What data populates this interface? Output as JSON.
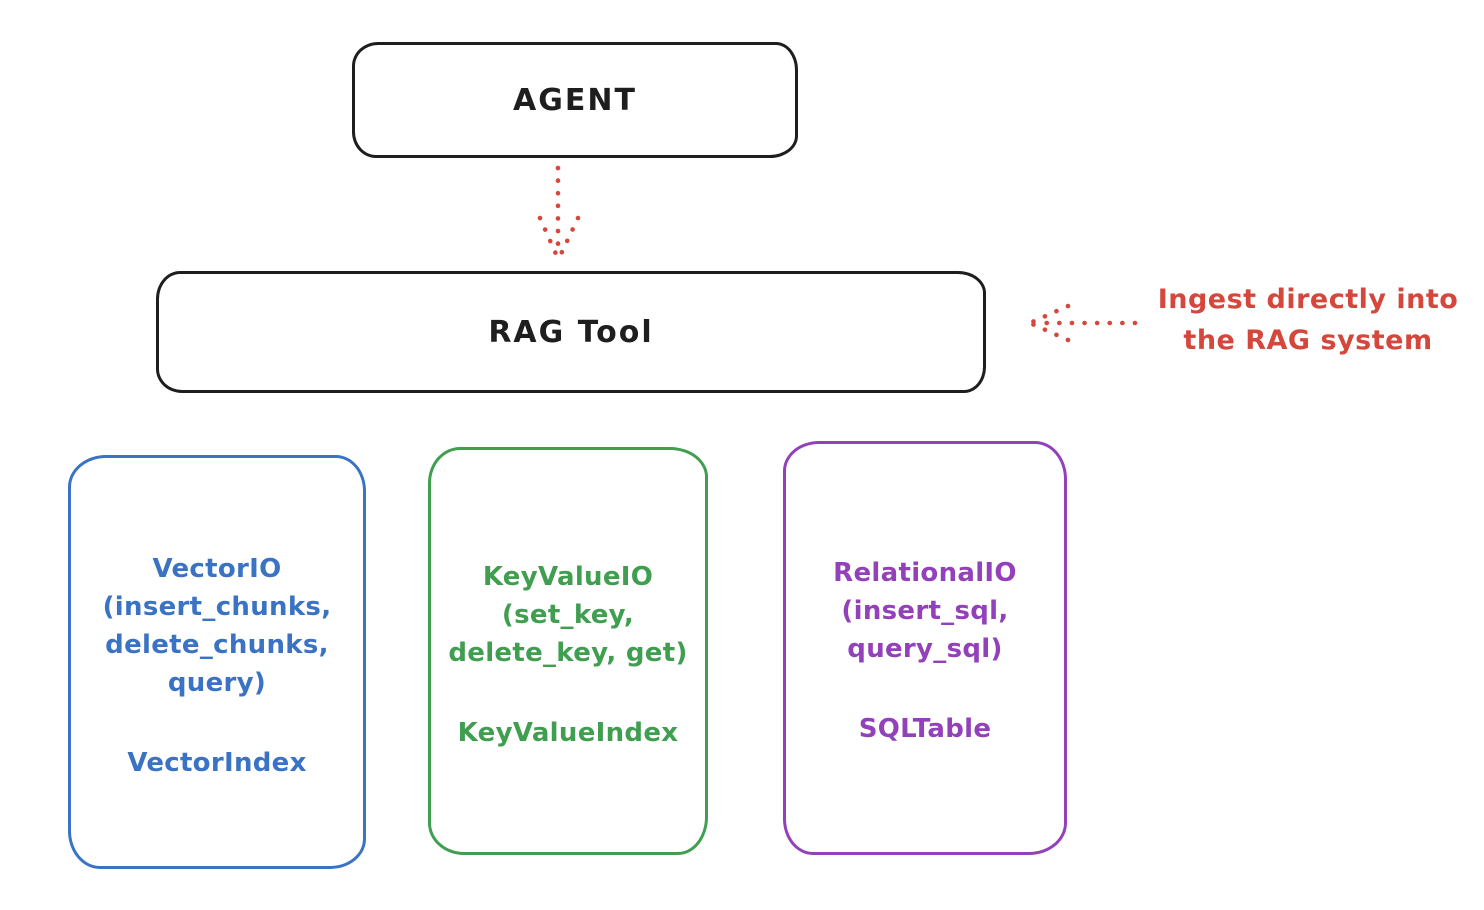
{
  "diagram": {
    "stroke_color": "#1e1e1e",
    "nodes": {
      "agent": {
        "label": "AGENT"
      },
      "rag_tool": {
        "label": "RAG Tool"
      }
    },
    "annotation": {
      "text_line1": "Ingest directly into",
      "text_line2": "the RAG system",
      "color": "#d5473c"
    },
    "arrows": [
      {
        "name": "agent-to-rag-tool",
        "style": "dotted",
        "direction": "down",
        "color": "#d5473c"
      },
      {
        "name": "annotation-to-rag-tool",
        "style": "dotted",
        "direction": "left",
        "color": "#d5473c"
      }
    ],
    "backends": [
      {
        "name": "vector-io",
        "color": "#3b73c4",
        "lines": [
          "VectorIO",
          "(insert_chunks,",
          "delete_chunks,",
          "query)"
        ],
        "index_label": "VectorIndex"
      },
      {
        "name": "keyvalue-io",
        "color": "#3f9e4f",
        "lines": [
          "KeyValueIO",
          "(set_key,",
          "delete_key, get)"
        ],
        "index_label": "KeyValueIndex"
      },
      {
        "name": "relational-io",
        "color": "#9340bb",
        "lines": [
          "RelationalIO",
          "(insert_sql,",
          "query_sql)"
        ],
        "index_label": "SQLTable"
      }
    ]
  }
}
